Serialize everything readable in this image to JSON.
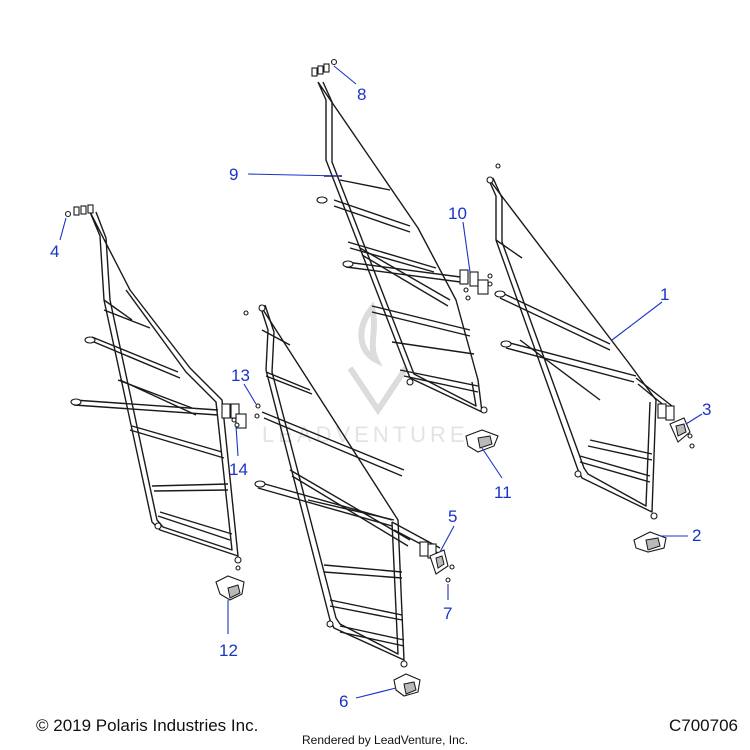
{
  "diagram": {
    "callouts": [
      "1",
      "2",
      "3",
      "4",
      "5",
      "6",
      "7",
      "8",
      "9",
      "10",
      "11",
      "12",
      "13",
      "14"
    ],
    "watermark": "LEADVENTURE"
  },
  "footer": {
    "copyright": "© 2019 Polaris Industries Inc.",
    "code": "C700706",
    "rendered_by": "Rendered by LeadVenture, Inc."
  }
}
